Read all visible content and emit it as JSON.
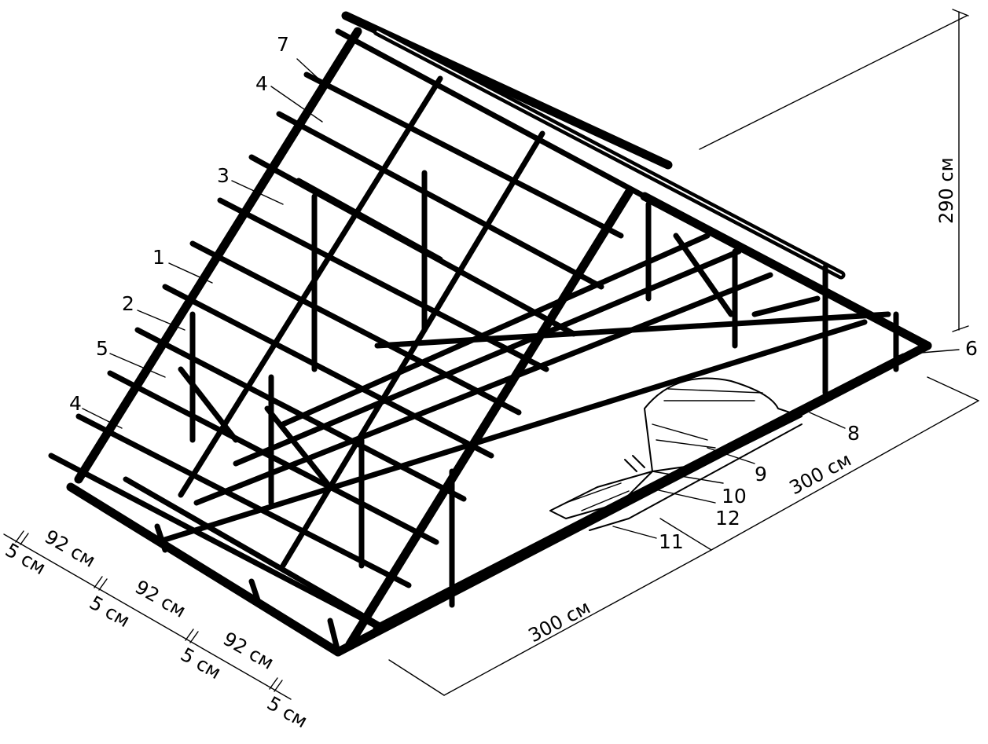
{
  "colors": {
    "ink": "#000000",
    "paper": "#ffffff"
  },
  "callouts": {
    "c7": "7",
    "c4a": "4",
    "c3": "3",
    "c1": "1",
    "c2": "2",
    "c5": "5",
    "c4b": "4",
    "c6": "6",
    "c8": "8",
    "c9": "9",
    "c10": "10",
    "c12": "12",
    "c11": "11"
  },
  "dimensions": {
    "height": "290 см",
    "length_right": "300 см",
    "length_front": "300 см",
    "spacing": [
      "92 см",
      "92 см",
      "92 см"
    ],
    "gaps": [
      "5 см",
      "5 см",
      "5 см",
      "5 см"
    ]
  }
}
